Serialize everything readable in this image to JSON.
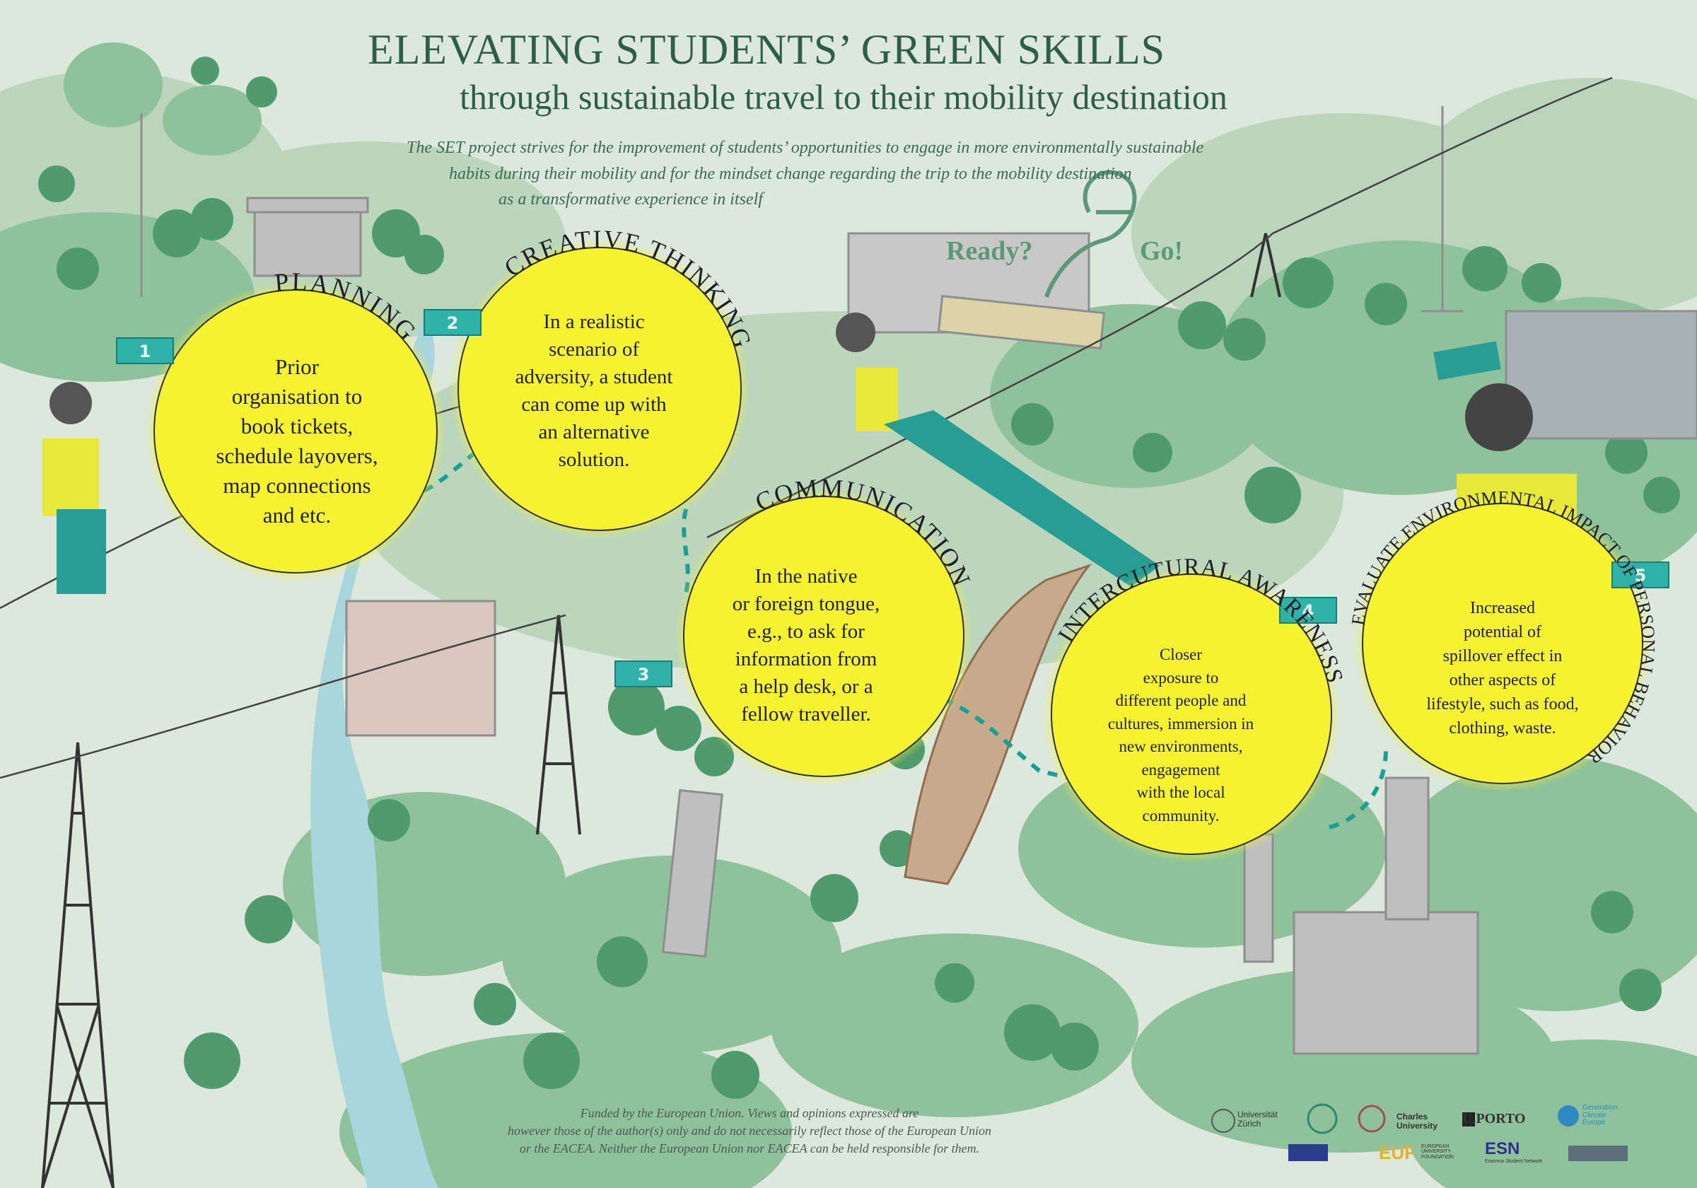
{
  "header": {
    "title": "ELEVATING STUDENTS’ GREEN SKILLS",
    "subtitle": "through sustainable travel to their mobility destination",
    "intro_lines": [
      "The SET project strives for the improvement of  students’ opportunities to engage in more environmentally sustainable",
      "habits during their mobility and for the mindset change regarding the trip to the mobility destination",
      "as a transformative experience in itself"
    ]
  },
  "slogan": {
    "ready": "Ready?",
    "go": "Go!"
  },
  "skills": [
    {
      "number": "1",
      "heading": "PLANNING",
      "lines": [
        "Prior",
        "organisation to",
        "book tickets,",
        "schedule layovers,",
        "map connections",
        "and etc."
      ]
    },
    {
      "number": "2",
      "heading": "CREATIVE THINKING",
      "lines": [
        "In a realistic",
        "scenario of",
        "adversity, a student",
        "can come up with",
        "an alternative",
        "solution."
      ]
    },
    {
      "number": "3",
      "heading": "COMMUNICATION",
      "lines": [
        "In the native",
        "or foreign tongue,",
        "e.g., to ask for",
        "information from",
        "a help desk, or a",
        "fellow traveller."
      ]
    },
    {
      "number": "4",
      "heading": "INTERCUTURAL AWARENESS",
      "lines": [
        "Closer",
        "exposure to",
        "different people and",
        "cultures, immersion in",
        "new environments,",
        "engagement",
        "with  the local",
        "community."
      ]
    },
    {
      "number": "5",
      "heading": "EVALUATE ENVIRONMENTAL IMPACT OF PERSONAL BEHAVIOR",
      "lines": [
        "Increased",
        "potential of",
        "spillover effect in",
        "other aspects  of",
        "lifestyle, such as food,",
        "clothing, waste."
      ]
    }
  ],
  "footer": {
    "lines": [
      "Funded by the European Union. Views and opinions expressed are",
      "however those of  the author(s) only and do not necessarily reflect those of  the European Union",
      "or the EACEA. Neither the European Union nor EACEA can be held responsible for them."
    ]
  },
  "logos": {
    "uzh": [
      "Universität",
      "Zürich"
    ],
    "charles": [
      "Charles",
      "University"
    ],
    "porto": "U.PORTO",
    "gce": [
      "Generation",
      "Climate",
      "Europe"
    ],
    "euf": "EUF",
    "euf_sub": [
      "EUROPEAN",
      "UNIVERSITY",
      "FOUNDATION"
    ],
    "esn": "ESN",
    "esn_sub": "Erasmus Student Network"
  },
  "colors": {
    "circle": "#f5f230",
    "title": "#2f5e47",
    "hill": "#7fb58a",
    "tag": "#2fb3a8"
  }
}
